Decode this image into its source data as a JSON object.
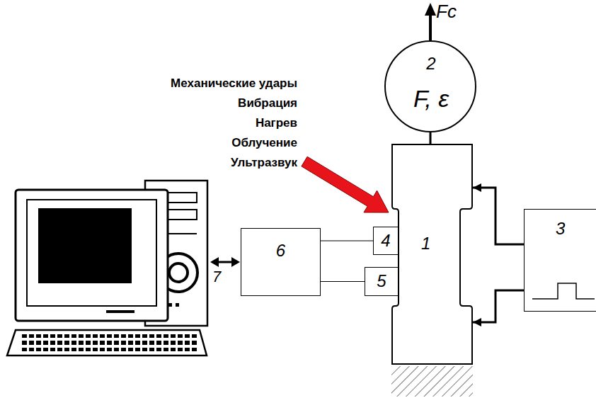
{
  "diagram": {
    "nodes": [
      {
        "text": [
          "2",
          "F, ε"
        ]
      },
      {
        "text": [
          "1"
        ]
      },
      {
        "text": [
          "6"
        ]
      },
      {
        "text": [
          "4"
        ]
      },
      {
        "text": [
          "5"
        ]
      },
      {
        "text": [
          "3"
        ]
      }
    ],
    "edges": [
      {
        "from": 0,
        "to": 1,
        "arrow": "none"
      },
      {
        "from": 2,
        "to": 3,
        "arrow": "none"
      },
      {
        "from": 2,
        "to": 4,
        "arrow": "none"
      },
      {
        "from": 5,
        "to": 1,
        "arrow": "to"
      },
      {
        "from": 5,
        "to": 1,
        "arrow": "to"
      }
    ],
    "labels": [
      "Fc",
      "Механические удары",
      "Вибрация",
      "Нагрев",
      "Облучение",
      "Ультразвук",
      "7"
    ]
  }
}
